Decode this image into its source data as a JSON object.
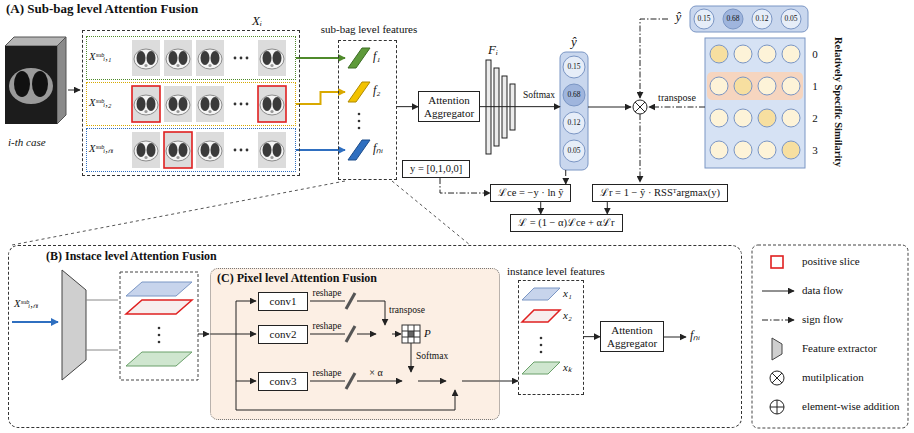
{
  "diagram": {
    "nodes": [
      {
        "text": [
          "Xᵢ"
        ]
      },
      {
        "text": [
          "Xˢᵘᵇᵢ,₁"
        ],
        "in": 0
      },
      {
        "text": [
          "Xˢᵘᵇᵢ,₂"
        ],
        "in": 0
      },
      {
        "text": [
          "Xˢᵘᵇᵢ,ₙᵢ"
        ],
        "in": 0
      },
      {
        "text": [
          "sub-bag level features"
        ]
      },
      {
        "text": [
          "f₁"
        ],
        "in": 4
      },
      {
        "text": [
          "f₂"
        ],
        "in": 4
      },
      {
        "text": [
          "fₙᵢ"
        ],
        "in": 4
      },
      {
        "text": [
          "Attention Aggregator"
        ]
      },
      {
        "text": [
          "ŷ",
          "0.15",
          "0.68",
          "0.12",
          "0.05"
        ]
      },
      {
        "text": [
          "ŷ",
          "0.15",
          "0.68",
          "0.12",
          "0.05"
        ]
      },
      {
        "text": [
          "Relatively Specific Similarity",
          "0",
          "1",
          "2",
          "3"
        ]
      },
      {
        "text": [
          "y = [0,1,0,0]"
        ]
      },
      {
        "text": [
          "ℒce = −y · ln ŷ"
        ]
      },
      {
        "text": [
          "ℒr = 1 − ŷ · RSSᵀargmax(y)"
        ]
      },
      {
        "text": [
          "ℒ = (1 − α)ℒce + αℒr"
        ]
      },
      {
        "text": [
          "(B) Instace level Attention Fusion"
        ]
      },
      {
        "text": [
          "(C) Pixel level Attention Fusion"
        ],
        "in": 16
      },
      {
        "text": [
          "conv1"
        ],
        "in": 17
      },
      {
        "text": [
          "conv2"
        ],
        "in": 17
      },
      {
        "text": [
          "conv3"
        ],
        "in": 17
      },
      {
        "text": [
          "instance level features"
        ],
        "in": 16
      },
      {
        "text": [
          "Attention Aggregator"
        ],
        "in": 16
      }
    ],
    "edges": [
      {
        "from": 1,
        "to": 5,
        "arrow": "to"
      },
      {
        "from": 2,
        "to": 6,
        "arrow": "to"
      },
      {
        "from": 3,
        "to": 7,
        "arrow": "to"
      },
      {
        "from": 4,
        "to": 8,
        "arrow": "to"
      },
      {
        "from": 8,
        "to": 9,
        "arrow": "to"
      },
      {
        "from": 9,
        "to": 13,
        "arrow": "to"
      },
      {
        "from": 12,
        "to": 13,
        "arrow": "to"
      },
      {
        "from": 13,
        "to": 15,
        "arrow": "to"
      },
      {
        "from": 14,
        "to": 15,
        "arrow": "to"
      },
      {
        "from": 17,
        "to": 21,
        "arrow": "to"
      },
      {
        "from": 21,
        "to": 22,
        "arrow": "to"
      }
    ],
    "labels": [
      "(A) Sub-bag level Attention Fusion",
      "i-th case",
      "Fᵢ",
      "Softmax",
      "transpose",
      "Xˢᵘᵇᵢ,ₙᵢ",
      "reshape",
      "reshape",
      "reshape",
      "transpose",
      "P",
      "Softmax",
      "× α",
      "x₁",
      "x₂",
      "xₖ",
      "fₙᵢ"
    ],
    "legend": [
      {
        "text": "positive slice"
      },
      {
        "text": "data flow"
      },
      {
        "text": "sign flow"
      },
      {
        "text": "Feature extractor"
      },
      {
        "text": "mutilplication"
      },
      {
        "text": "element-wise addition"
      }
    ]
  }
}
